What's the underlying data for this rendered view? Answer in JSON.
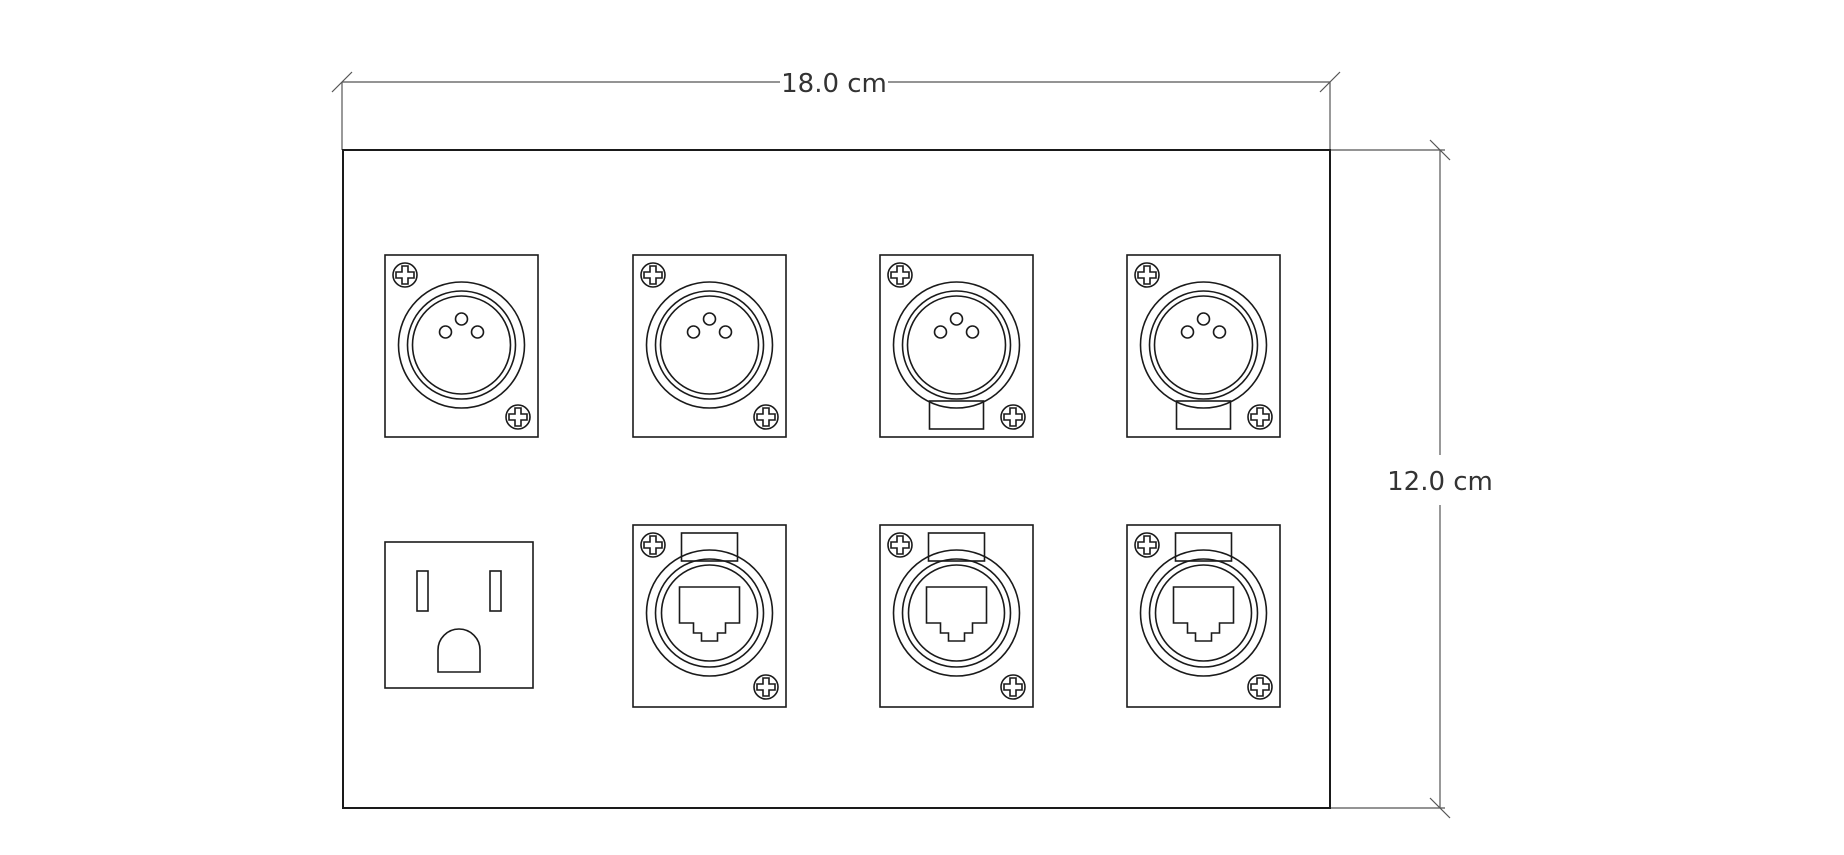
{
  "dimensions": {
    "width_label": "18.0 cm",
    "height_label": "12.0 cm"
  },
  "panel": {
    "rows": [
      [
        "xlr",
        "xlr",
        "xlr-latch",
        "xlr-latch"
      ],
      [
        "outlet",
        "ethercon",
        "ethercon",
        "ethercon"
      ]
    ]
  },
  "colors": {
    "line": "#1a1a1a",
    "dimension_line": "#555555"
  }
}
